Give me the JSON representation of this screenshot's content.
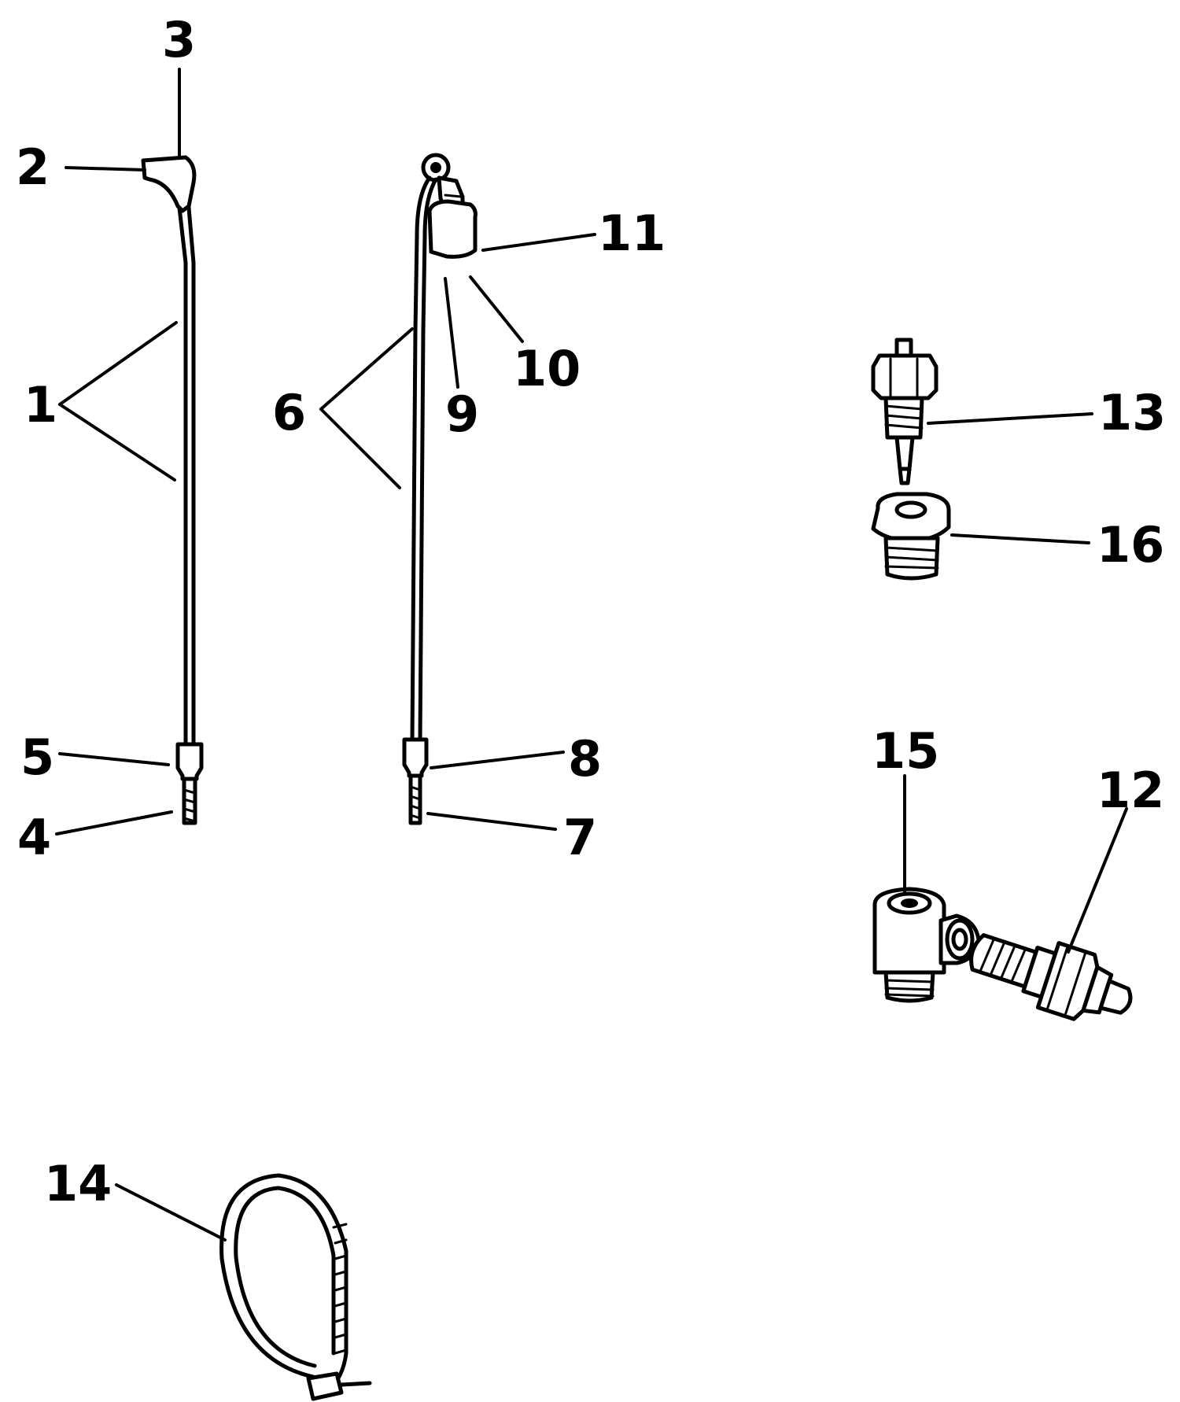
{
  "diagram": {
    "callouts": [
      "1",
      "2",
      "3",
      "4",
      "5",
      "6",
      "7",
      "8",
      "9",
      "10",
      "11",
      "12",
      "13",
      "14",
      "15",
      "16"
    ]
  },
  "colors": {
    "ink": "#000000",
    "paper": "#ffffff"
  }
}
